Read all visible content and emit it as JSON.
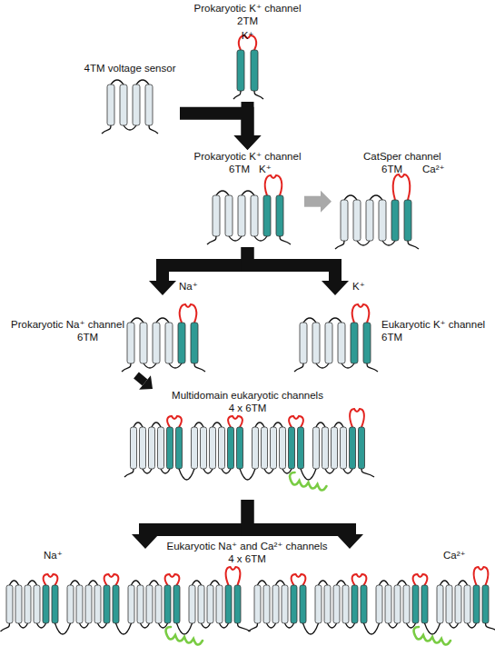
{
  "diagram": {
    "nodes": [
      {
        "text": [
          "Prokaryotic K⁺ channel",
          "2TM",
          "K⁺"
        ]
      },
      {
        "text": [
          "4TM voltage sensor"
        ]
      },
      {
        "text": [
          "Prokaryotic K⁺ channel",
          "6TM",
          "K⁺"
        ]
      },
      {
        "text": [
          "CatSper channel",
          "6TM",
          "Ca²⁺"
        ]
      },
      {
        "text": [
          "Prokaryotic Na⁺ channel",
          "6TM"
        ]
      },
      {
        "text": [
          "Eukaryotic K⁺ channel",
          "6TM"
        ]
      },
      {
        "text": [
          "Multidomain eukaryotic channels",
          "4 x 6TM"
        ]
      },
      {
        "text": [
          "Na⁺"
        ]
      },
      {
        "text": [
          "Ca²⁺"
        ]
      }
    ],
    "edges": [
      {
        "from": 0,
        "to": 2,
        "arrow": "to"
      },
      {
        "from": 1,
        "to": 2,
        "arrow": "to"
      },
      {
        "from": 2,
        "to": 3,
        "arrow": "to"
      },
      {
        "from": 2,
        "to": 4,
        "label": "Na⁺",
        "arrow": "to"
      },
      {
        "from": 2,
        "to": 5,
        "label": "K⁺",
        "arrow": "to"
      },
      {
        "from": 4,
        "to": 6,
        "arrow": "to"
      },
      {
        "from": 6,
        "to": 7,
        "arrow": "to"
      },
      {
        "from": 6,
        "to": 8,
        "arrow": "to"
      }
    ],
    "labels": [
      "Eukaryotic Na⁺ and Ca²⁺ channels",
      "4 x 6TM"
    ]
  }
}
